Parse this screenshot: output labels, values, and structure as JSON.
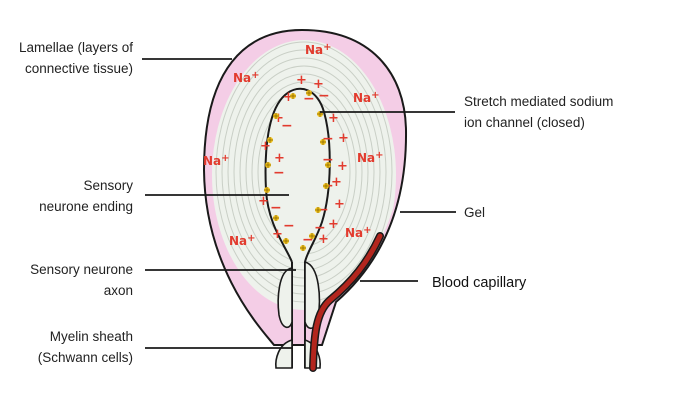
{
  "labels": {
    "lamellae": "Lamellae (layers of\nconnective tissue)",
    "stretch_channel": "Stretch mediated sodium\nion channel (closed)",
    "sensory_ending": "Sensory\nneurone ending",
    "gel": "Gel",
    "sensory_axon": "Sensory neurone\naxon",
    "blood_capillary": "Blood capillary",
    "myelin_sheath": "Myelin sheath\n(Schwann cells)"
  },
  "ion_label": "Na",
  "ion_charge": "+",
  "positive_sign": "+",
  "negative_sign": "−",
  "colors": {
    "outer_capsule": "#f4cde6",
    "lamellae_fill": "#eef2ec",
    "lamellae_lines": "#c9cfc6",
    "outline": "#1a1a1a",
    "ions": "#e23b2e",
    "channel": "#f2c21b",
    "capillary": "#b3261e"
  }
}
